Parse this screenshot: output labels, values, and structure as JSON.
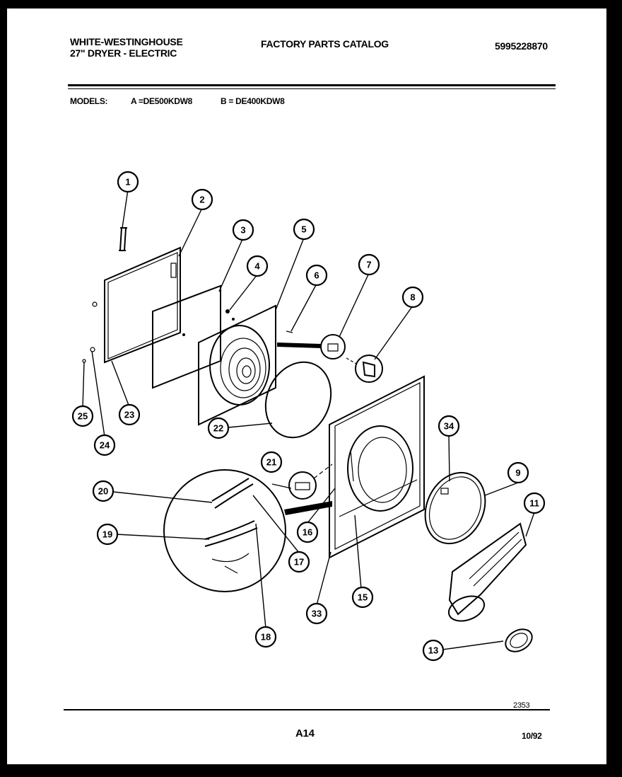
{
  "header": {
    "brand": "WHITE-WESTINGHOUSE",
    "product": "27\" DRYER - ELECTRIC",
    "catalog_title": "FACTORY PARTS CATALOG",
    "catalog_number": "5995228870"
  },
  "models": {
    "label": "MODELS:",
    "model_a": "A =DE500KDW8",
    "model_b": "B = DE400KDW8"
  },
  "footer": {
    "drawing_number": "2353",
    "page_code": "A14",
    "date": "10/92"
  },
  "callouts": {
    "c1": "1",
    "c2": "2",
    "c3": "3",
    "c4": "4",
    "c5": "5",
    "c6": "6",
    "c7": "7",
    "c8": "8",
    "c9": "9",
    "c11": "11",
    "c13": "13",
    "c15": "15",
    "c16": "16",
    "c17": "17",
    "c18": "18",
    "c19": "19",
    "c20": "20",
    "c21": "21",
    "c22": "22",
    "c23": "23",
    "c24": "24",
    "c25": "25",
    "c33": "33",
    "c34": "34"
  }
}
